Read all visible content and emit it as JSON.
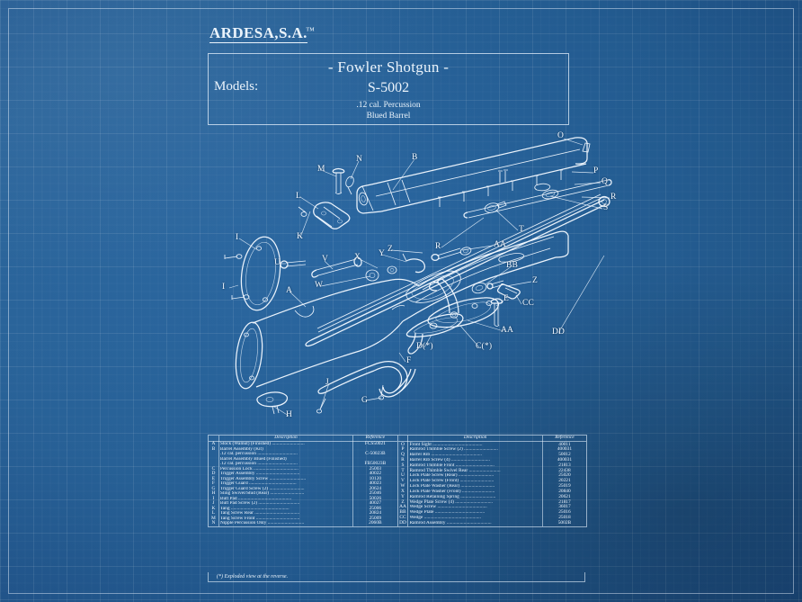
{
  "brand": {
    "name": "ARDESA,S.A.",
    "trademark": "™"
  },
  "title_block": {
    "models_label": "Models:",
    "product_name": "- Fowler Shotgun -",
    "model_number": "S-5002",
    "caliber": ".12 cal. Percussion",
    "barrel": "Blued Barrel"
  },
  "colors": {
    "background": "#1d5189",
    "ink": "#f2f8ff",
    "grid": "rgba(255,255,255,0.065)"
  },
  "diagram": {
    "callouts": [
      {
        "id": "A",
        "label": "A"
      },
      {
        "id": "B",
        "label": "B"
      },
      {
        "id": "Cstar",
        "label": "C(*)"
      },
      {
        "id": "Dstar",
        "label": "D(*)"
      },
      {
        "id": "E",
        "label": "E"
      },
      {
        "id": "F",
        "label": "F"
      },
      {
        "id": "G",
        "label": "G"
      },
      {
        "id": "H",
        "label": "H"
      },
      {
        "id": "I",
        "label": "I"
      },
      {
        "id": "I2",
        "label": "I"
      },
      {
        "id": "J",
        "label": "J"
      },
      {
        "id": "K",
        "label": "K"
      },
      {
        "id": "L",
        "label": "L"
      },
      {
        "id": "M",
        "label": "M"
      },
      {
        "id": "N",
        "label": "N"
      },
      {
        "id": "O",
        "label": "O"
      },
      {
        "id": "P",
        "label": "P"
      },
      {
        "id": "Q",
        "label": "Q"
      },
      {
        "id": "R",
        "label": "R"
      },
      {
        "id": "R2",
        "label": "R"
      },
      {
        "id": "S",
        "label": "S"
      },
      {
        "id": "T",
        "label": "T"
      },
      {
        "id": "U",
        "label": "U"
      },
      {
        "id": "V",
        "label": "V"
      },
      {
        "id": "W",
        "label": "W"
      },
      {
        "id": "X",
        "label": "X"
      },
      {
        "id": "Y",
        "label": "Y"
      },
      {
        "id": "Z",
        "label": "Z"
      },
      {
        "id": "Z2",
        "label": "Z"
      },
      {
        "id": "AA",
        "label": "AA"
      },
      {
        "id": "BB",
        "label": "BB"
      },
      {
        "id": "CC",
        "label": "CC"
      },
      {
        "id": "DD",
        "label": "DD"
      }
    ]
  },
  "parts_table": {
    "headers": {
      "letter": "",
      "description": "Description",
      "reference": "Reference"
    },
    "left_rows": [
      {
        "letter": "A",
        "description": "Stock (Walnut) (Finished)",
        "reference": "FCS50021",
        "indent": false
      },
      {
        "letter": "B",
        "description": "Barrel Assembly (Kit)",
        "reference": "",
        "indent": false
      },
      {
        "letter": "",
        "description": ".12 cal. percussion",
        "reference": "C-50023B",
        "indent": true
      },
      {
        "letter": "",
        "description": "Barrel Assembly Blued (Finished)",
        "reference": "",
        "indent": false
      },
      {
        "letter": "",
        "description": ".12 cal. percussion",
        "reference": "FB50023B",
        "indent": true
      },
      {
        "letter": "C",
        "description": "Percussion Lock",
        "reference": "25003",
        "indent": false
      },
      {
        "letter": "D",
        "description": "Trigger Assembly",
        "reference": "40022",
        "indent": false
      },
      {
        "letter": "E",
        "description": "Trigger Assembly Screw",
        "reference": "10120",
        "indent": false
      },
      {
        "letter": "F",
        "description": "Trigger Guard",
        "reference": "40023",
        "indent": false
      },
      {
        "letter": "G",
        "description": "Trigger Guard Screw (2)",
        "reference": "20624",
        "indent": false
      },
      {
        "letter": "H",
        "description": "Sling Swivel/Stud (Rear)",
        "reference": "25046",
        "indent": false
      },
      {
        "letter": "I",
        "description": "Butt Pad",
        "reference": "50026",
        "indent": false
      },
      {
        "letter": "J",
        "description": "Butt Pad Screw (2)",
        "reference": "40027",
        "indent": false
      },
      {
        "letter": "K",
        "description": "Tang",
        "reference": "25006",
        "indent": false
      },
      {
        "letter": "L",
        "description": "Tang Screw Rear",
        "reference": "20824",
        "indent": false
      },
      {
        "letter": "M",
        "description": "Tang Screw Front",
        "reference": "25009",
        "indent": false
      },
      {
        "letter": "N",
        "description": "Nipple Percussion Only",
        "reference": "2060B",
        "indent": false
      }
    ],
    "right_rows": [
      {
        "letter": "O",
        "description": "Front Sight",
        "reference": "40011",
        "indent": false
      },
      {
        "letter": "P",
        "description": "Ramrod Thimble Screw (2)",
        "reference": "400031",
        "indent": false
      },
      {
        "letter": "Q",
        "description": "Barrel Rib",
        "reference": "50012",
        "indent": false
      },
      {
        "letter": "R",
        "description": "Barrel Rib Screw (4)",
        "reference": "400031",
        "indent": false
      },
      {
        "letter": "S",
        "description": "Ramrod Thimble Front",
        "reference": "21813",
        "indent": false
      },
      {
        "letter": "T",
        "description": "Ramrod Thimble Swivel Rear",
        "reference": "22438",
        "indent": false
      },
      {
        "letter": "U",
        "description": "Lock Plate Screw (Rear)",
        "reference": "25020",
        "indent": false
      },
      {
        "letter": "V",
        "description": "Lock Plate Screw (Front)",
        "reference": "20221",
        "indent": false
      },
      {
        "letter": "W",
        "description": "Lock Plate Washer (Rear)",
        "reference": "25019",
        "indent": false
      },
      {
        "letter": "X",
        "description": "Lock Plate Washer (Front)",
        "reference": "20840",
        "indent": false
      },
      {
        "letter": "Y",
        "description": "Ramrod Retaining Spring",
        "reference": "20621",
        "indent": false
      },
      {
        "letter": "Z",
        "description": "Wedge Plate Screw (4)",
        "reference": "21817",
        "indent": false
      },
      {
        "letter": "AA",
        "description": "Wedge Screw",
        "reference": "36017",
        "indent": false
      },
      {
        "letter": "BB",
        "description": "Wedge Plate",
        "reference": "25016",
        "indent": false
      },
      {
        "letter": "CC",
        "description": "Wedge",
        "reference": "25018",
        "indent": false
      },
      {
        "letter": "DD",
        "description": "Ramrod Assembly",
        "reference": "5002B",
        "indent": false
      }
    ],
    "footnote": "(*)  Exploded view at the reverse."
  }
}
